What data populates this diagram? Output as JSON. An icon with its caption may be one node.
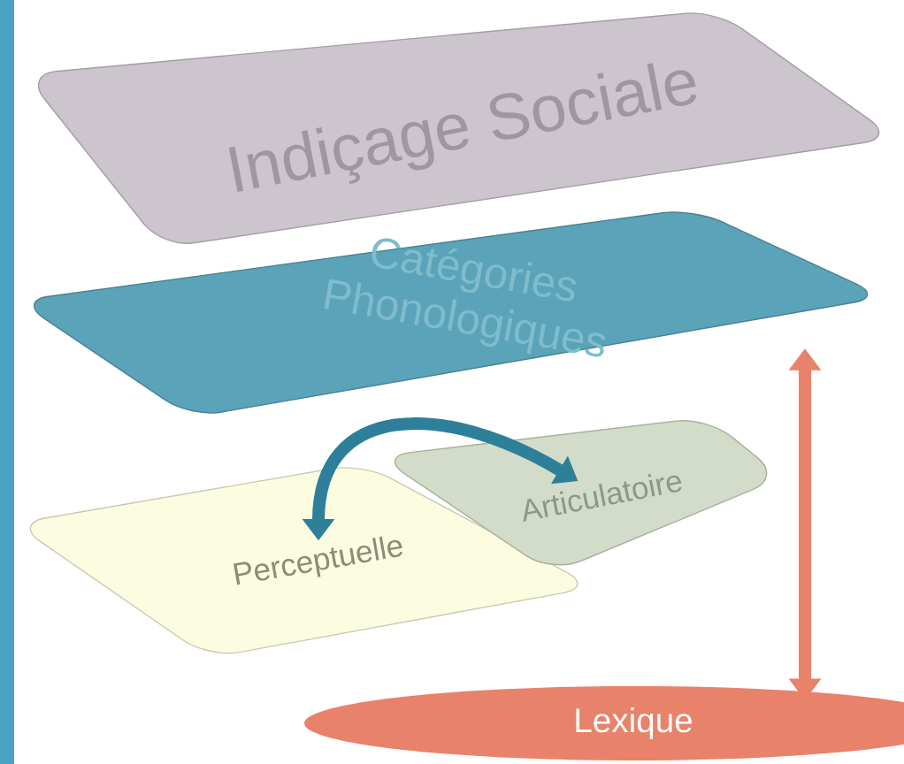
{
  "diagram": {
    "nodes": [
      {
        "text": [
          "Indiçage Sociale"
        ]
      },
      {
        "text": [
          "Catégories Phonologiques"
        ]
      },
      {
        "text": [
          "Perceptuelle"
        ]
      },
      {
        "text": [
          "Articulatoire"
        ]
      },
      {
        "text": [
          "Lexique"
        ]
      }
    ],
    "edges": [
      {
        "from": 2,
        "to": 3,
        "arrow": "both",
        "color": "#2e7f99"
      },
      {
        "from": 1,
        "to": 4,
        "arrow": "both",
        "color": "#e8826a"
      }
    ]
  }
}
